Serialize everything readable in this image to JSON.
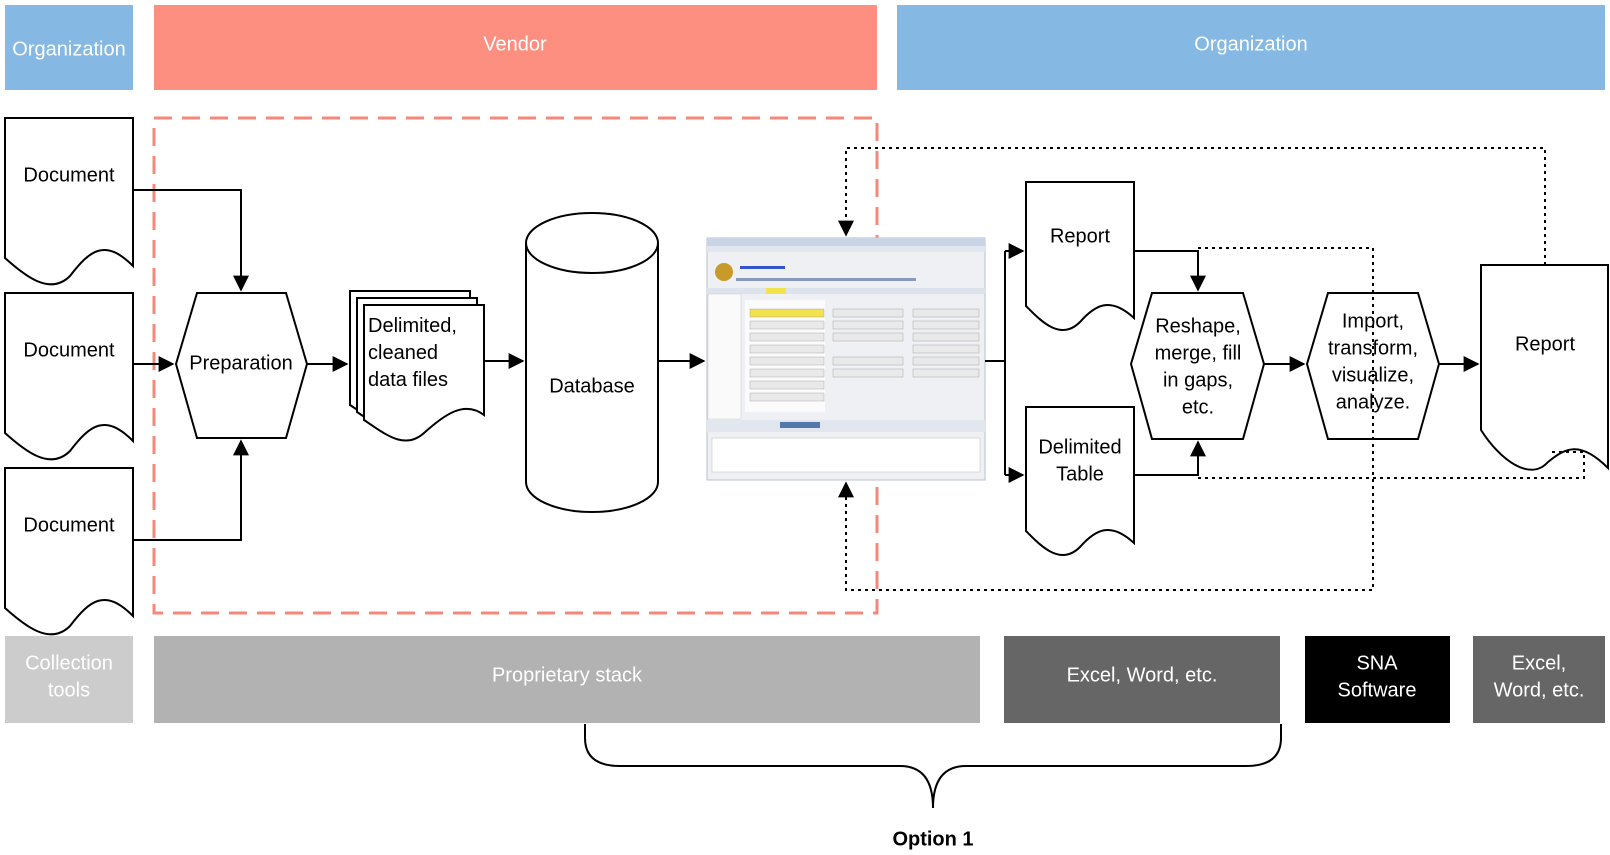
{
  "bands_top": {
    "org_left": "Organization",
    "vendor": "Vendor",
    "org_right": "Organization"
  },
  "nodes": {
    "document_1": "Document",
    "document_2": "Document",
    "document_3": "Document",
    "preparation": "Preparation",
    "delimited_files": [
      "Delimited,",
      "cleaned",
      "data files"
    ],
    "database": "Database",
    "report_1": "Report",
    "delimited_table": [
      "Delimited",
      "Table"
    ],
    "reshape": [
      "Reshape,",
      "merge, fill",
      "in gaps,",
      "etc."
    ],
    "import": [
      "Import,",
      "transform,",
      "visualize,",
      "analyze."
    ],
    "report_2": "Report"
  },
  "bands_bottom": {
    "collection_tools": [
      "Collection",
      "tools"
    ],
    "proprietary_stack": "Proprietary stack",
    "excel_word_1": "Excel, Word, etc.",
    "sna_software": [
      "SNA",
      "Software"
    ],
    "excel_word_2": [
      "Excel,",
      "Word, etc."
    ]
  },
  "option_label": "Option 1",
  "colors": {
    "org_blue": "#85B8E2",
    "vendor_red": "#FC8F80",
    "collection_gray": "#CCCCCC",
    "proprietary_gray": "#B2B2B2",
    "excel_dark": "#666666",
    "sna_black": "#000000",
    "dashed_border": "#F4887A"
  },
  "screenshot_icon": "application-window-screenshot"
}
